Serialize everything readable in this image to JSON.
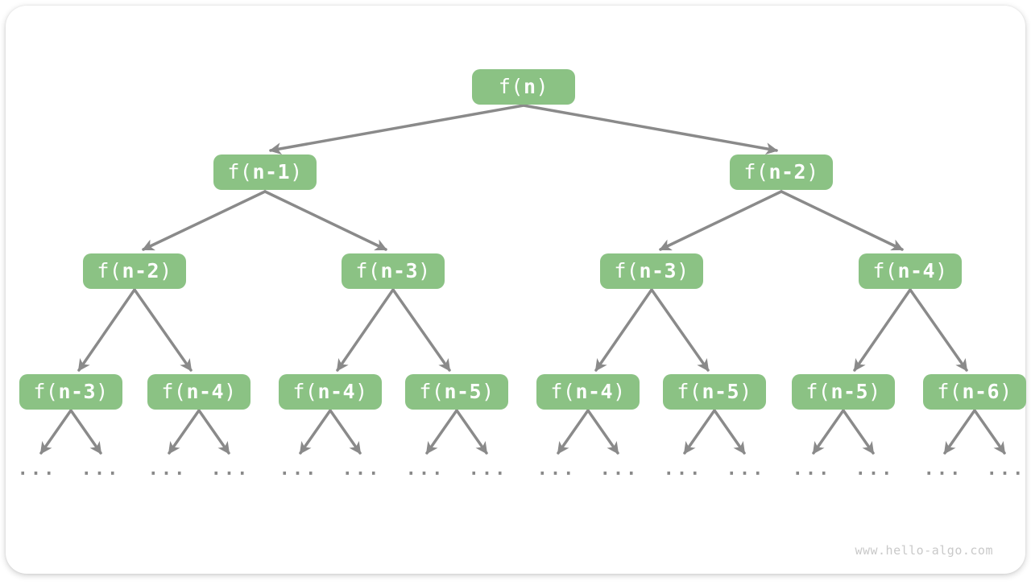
{
  "diagram": {
    "type": "recursion-tree",
    "description": "Fibonacci recursion call tree",
    "levels": [
      {
        "nodes": [
          {
            "prefix": "f(",
            "core": "n",
            "suffix": ")"
          }
        ]
      },
      {
        "nodes": [
          {
            "prefix": "f(",
            "core": "n-1",
            "suffix": ")"
          },
          {
            "prefix": "f(",
            "core": "n-2",
            "suffix": ")"
          }
        ]
      },
      {
        "nodes": [
          {
            "prefix": "f(",
            "core": "n-2",
            "suffix": ")"
          },
          {
            "prefix": "f(",
            "core": "n-3",
            "suffix": ")"
          },
          {
            "prefix": "f(",
            "core": "n-3",
            "suffix": ")"
          },
          {
            "prefix": "f(",
            "core": "n-4",
            "suffix": ")"
          }
        ]
      },
      {
        "nodes": [
          {
            "prefix": "f(",
            "core": "n-3",
            "suffix": ")"
          },
          {
            "prefix": "f(",
            "core": "n-4",
            "suffix": ")"
          },
          {
            "prefix": "f(",
            "core": "n-4",
            "suffix": ")"
          },
          {
            "prefix": "f(",
            "core": "n-5",
            "suffix": ")"
          },
          {
            "prefix": "f(",
            "core": "n-4",
            "suffix": ")"
          },
          {
            "prefix": "f(",
            "core": "n-5",
            "suffix": ")"
          },
          {
            "prefix": "f(",
            "core": "n-5",
            "suffix": ")"
          },
          {
            "prefix": "f(",
            "core": "n-6",
            "suffix": ")"
          }
        ]
      }
    ],
    "ellipsis": "...",
    "ellipsis_count": 16
  },
  "watermark": "www.hello-algo.com",
  "colors": {
    "node_fill": "#8bc284",
    "node_text": "#ffffff",
    "edge": "#8a8a8a",
    "ellipsis": "#8a8a8a",
    "watermark": "#c9c9c9",
    "card_background": "#ffffff"
  }
}
